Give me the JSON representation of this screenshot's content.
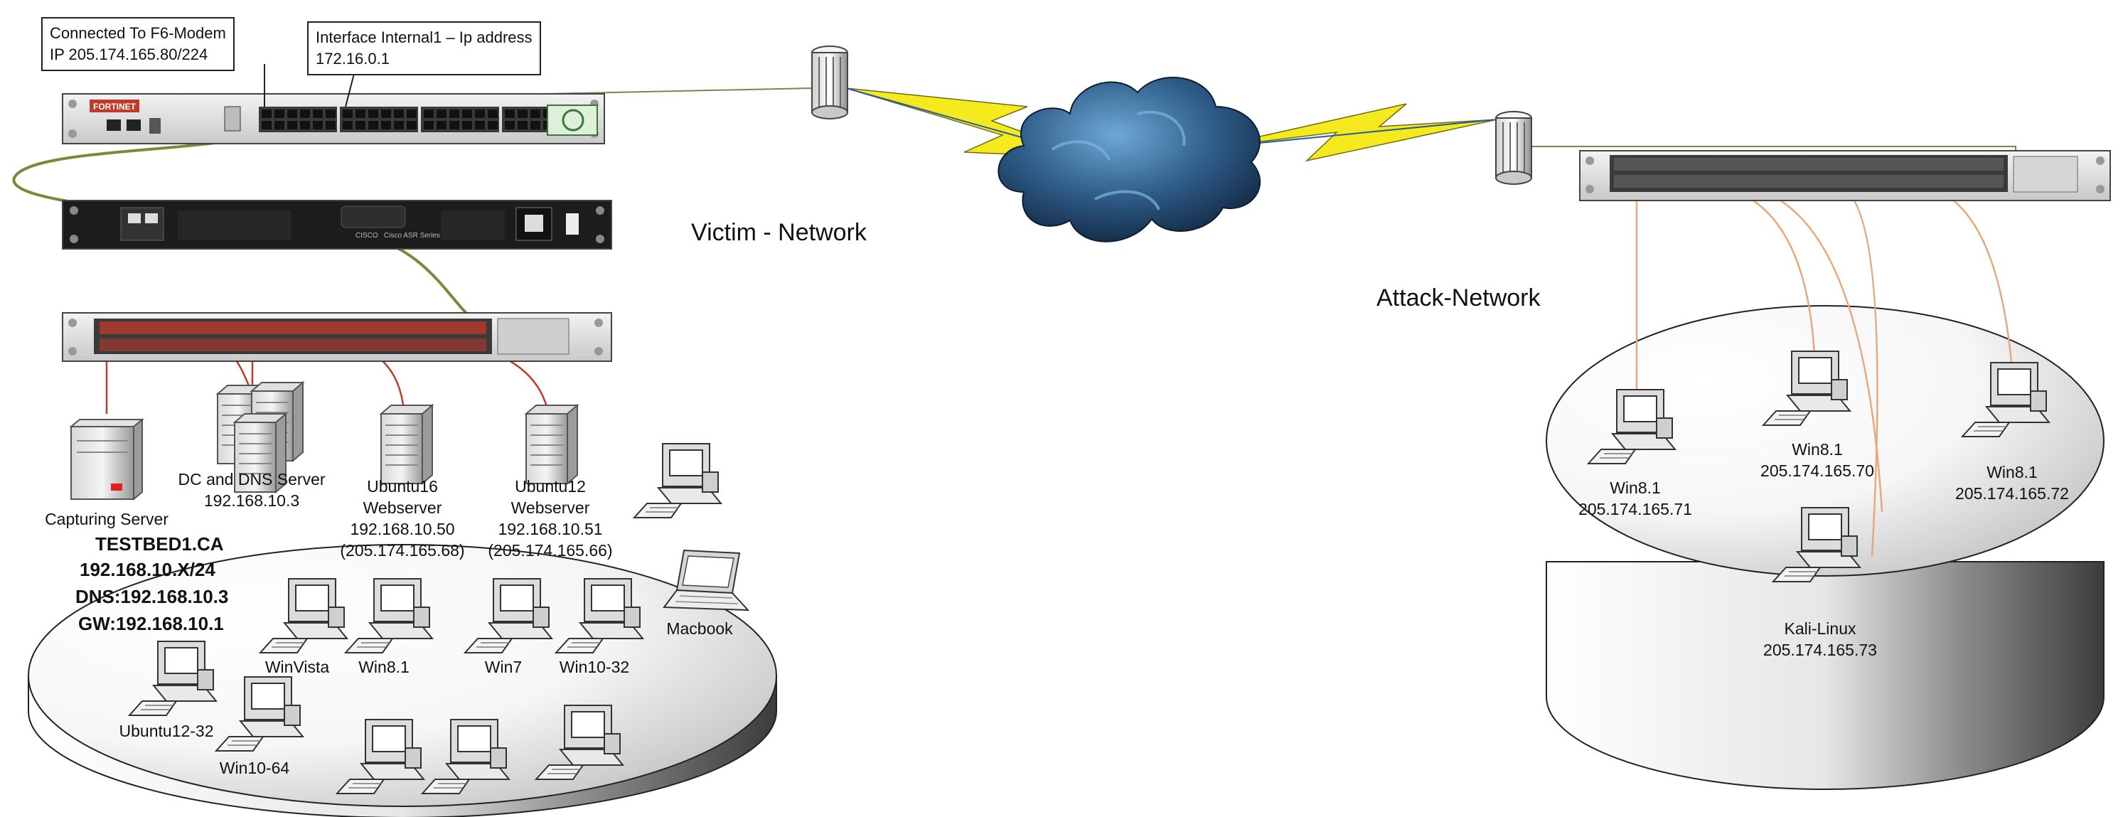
{
  "callouts": {
    "modem_line1": "Connected To F6-Modem",
    "modem_line2": "IP 205.174.165.80/224",
    "interface_line1": "Interface Internal1 – Ip address",
    "interface_line2": "172.16.0.1"
  },
  "network_labels": {
    "victim": "Victim - Network",
    "attack": "Attack-Network"
  },
  "device_text": {
    "fortigate_logo": "FORTINET",
    "cisco_logo": "CISCO",
    "cisco_series": "Cisco ASR Series"
  },
  "victim": {
    "capturing_server": "Capturing Server",
    "dc_dns_line1": "DC and DNS Server",
    "dc_dns_line2": "192.168.10.3",
    "ubuntu16_line1": "Ubuntu16",
    "ubuntu16_line2": "Webserver",
    "ubuntu16_line3": "192.168.10.50",
    "ubuntu16_line4": "(205.174.165.68)",
    "ubuntu12_line1": "Ubuntu12",
    "ubuntu12_line2": "Webserver",
    "ubuntu12_line3": "192.168.10.51",
    "ubuntu12_line4": "(205.174.165.66)",
    "testbed_line1": "TESTBED1.CA",
    "testbed_line2": "192.168.10.X/24",
    "testbed_line3": "DNS:192.168.10.3",
    "testbed_line4": "GW:192.168.10.1",
    "winvista": "WinVista",
    "win81": "Win8.1",
    "win7": "Win7",
    "win10_32": "Win10-32",
    "macbook": "Macbook",
    "ubuntu12_32": "Ubuntu12-32",
    "win10_64": "Win10-64"
  },
  "attack": {
    "pc_left_name": "Win8.1",
    "pc_left_ip": "205.174.165.71",
    "pc_middle_name": "Win8.1",
    "pc_middle_ip": "205.174.165.70",
    "pc_right_name": "Win8.1",
    "pc_right_ip": "205.174.165.72",
    "kali_name": "Kali-Linux",
    "kali_ip": "205.174.165.73"
  },
  "colors": {
    "victim_cable": "#c0392b",
    "attack_cable": "#e8a87c",
    "uplink_cable": "#7a8a3a",
    "wan_link": "#f5ea1e",
    "cloud": "#2f5d8a"
  }
}
